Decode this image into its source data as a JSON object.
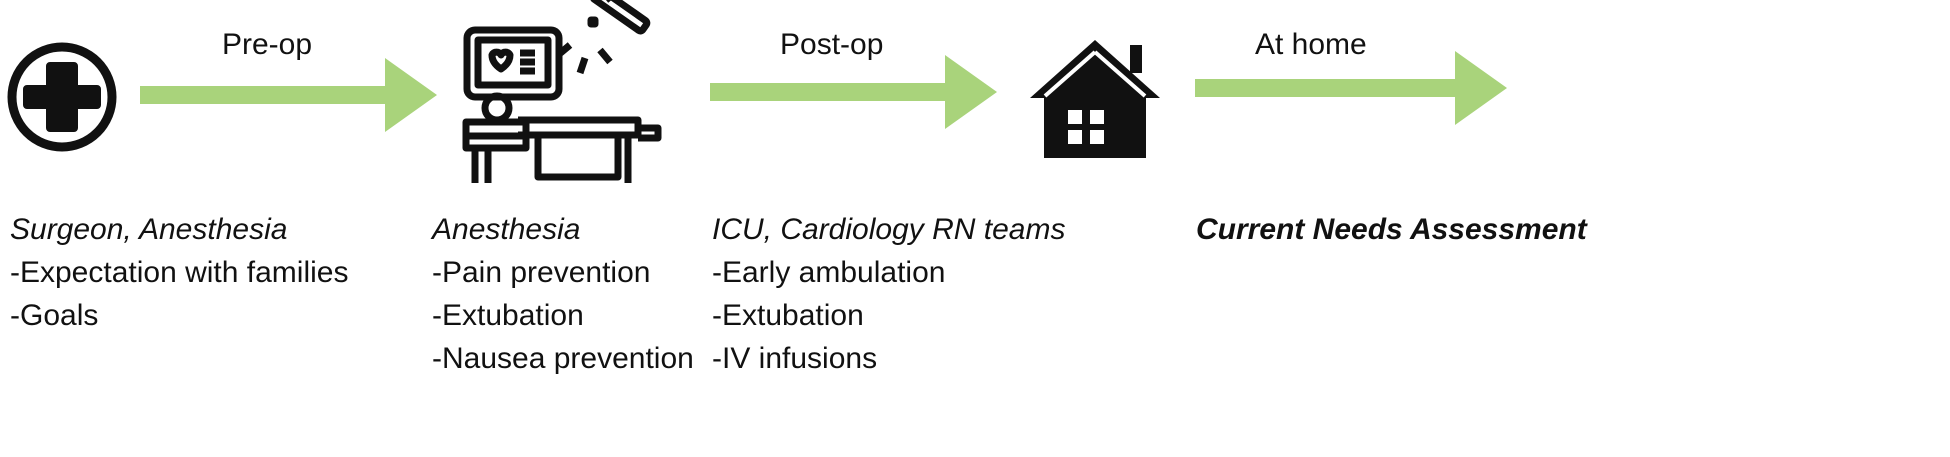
{
  "colors": {
    "arrow": "#a9d37b",
    "icon": "#111111"
  },
  "stages": [
    {
      "label": "Pre-op"
    },
    {
      "label": "Post-op"
    },
    {
      "label": "At home"
    }
  ],
  "icons": [
    "hospital-plus-icon",
    "operating-room-icon",
    "house-icon"
  ],
  "columns": [
    {
      "heading": "Surgeon, Anesthesia",
      "items": [
        "-Expectation with families",
        "-Goals"
      ]
    },
    {
      "heading": "Anesthesia",
      "items": [
        "-Pain prevention",
        "-Extubation",
        "-Nausea prevention"
      ]
    },
    {
      "heading": "ICU, Cardiology RN teams",
      "items": [
        "-Early ambulation",
        "-Extubation",
        "-IV infusions"
      ]
    },
    {
      "heading": "Current Needs Assessment",
      "items": []
    }
  ]
}
